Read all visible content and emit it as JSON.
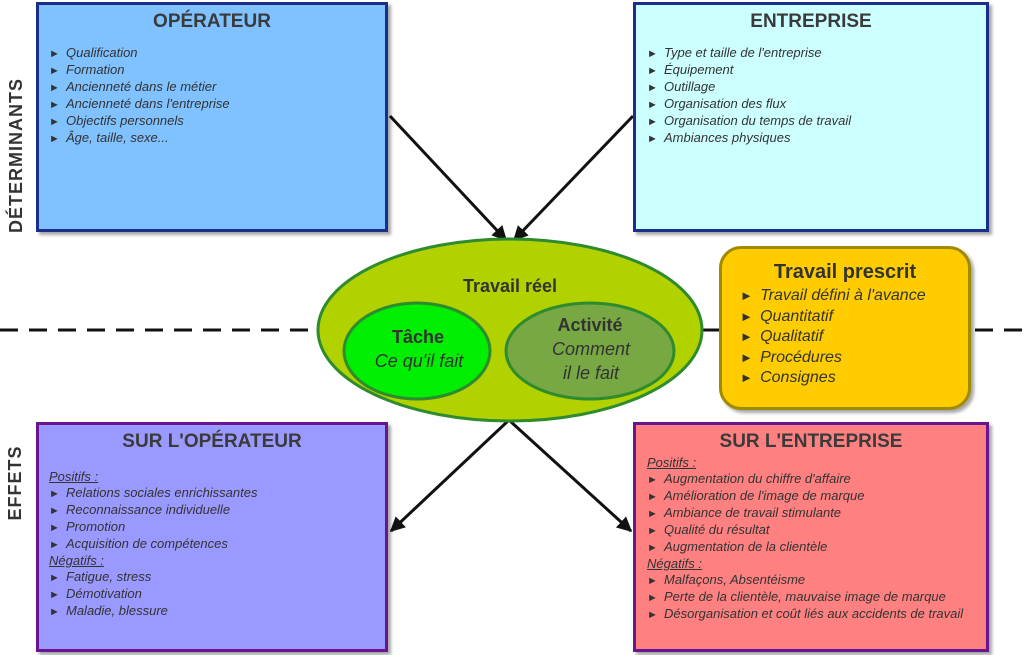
{
  "side_labels": {
    "top": "DÉTERMINANTS",
    "bottom": "EFFETS"
  },
  "operateur": {
    "title": "OPÉRATEUR",
    "items": [
      "Qualification",
      "Formation",
      "Ancienneté dans le métier",
      "Ancienneté dans l'entreprise",
      "Objectifs personnels",
      "Âge, taille, sexe..."
    ]
  },
  "entreprise": {
    "title": "ENTREPRISE",
    "items": [
      "Type et taille de l'entreprise",
      "Équipement",
      "Outillage",
      "Organisation des flux",
      "Organisation du temps de travail",
      "Ambiances physiques"
    ]
  },
  "centre": {
    "title": "Travail réel",
    "tache": {
      "title": "Tâche",
      "sub": "Ce qu'il fait"
    },
    "activite": {
      "title": "Activité",
      "sub_line1": "Comment",
      "sub_line2": "il le fait"
    }
  },
  "prescrit": {
    "title": "Travail prescrit",
    "items": [
      "Travail défini à l'avance",
      "Quantitatif",
      "Qualitatif",
      "Procédures",
      "Consignes"
    ]
  },
  "effets_operateur": {
    "title": "SUR L'OPÉRATEUR",
    "positifs_label": "Positifs :",
    "positifs": [
      "Relations sociales enrichissantes",
      "Reconnaissance individuelle",
      "Promotion",
      "Acquisition de compétences"
    ],
    "negatifs_label": "Négatifs :",
    "negatifs": [
      "Fatigue, stress",
      "Démotivation",
      "Maladie, blessure"
    ]
  },
  "effets_entreprise": {
    "title": "SUR L'ENTREPRISE",
    "positifs_label": "Positifs :",
    "positifs": [
      "Augmentation du chiffre d'affaire",
      "Amélioration de l'image de marque",
      "Ambiance de travail stimulante",
      "Qualité du résultat",
      "Augmentation de la clientèle"
    ],
    "negatifs_label": "Négatifs :",
    "negatifs": [
      "Malfaçons, Absentéisme",
      "Perte de la clientèle, mauvaise image de marque",
      "Désorganisation et coût liés aux accidents de travail"
    ]
  },
  "colors": {
    "operateur_fill": "#80c1ff",
    "entreprise_fill": "#ccffff",
    "effets_operateur_fill": "#9999ff",
    "effets_entreprise_fill": "#ff8080",
    "prescrit_fill": "#ffcc00",
    "ellipse_fill": "#b2d200",
    "tache_fill": "#00ee00",
    "activite_fill": "#77a844"
  }
}
